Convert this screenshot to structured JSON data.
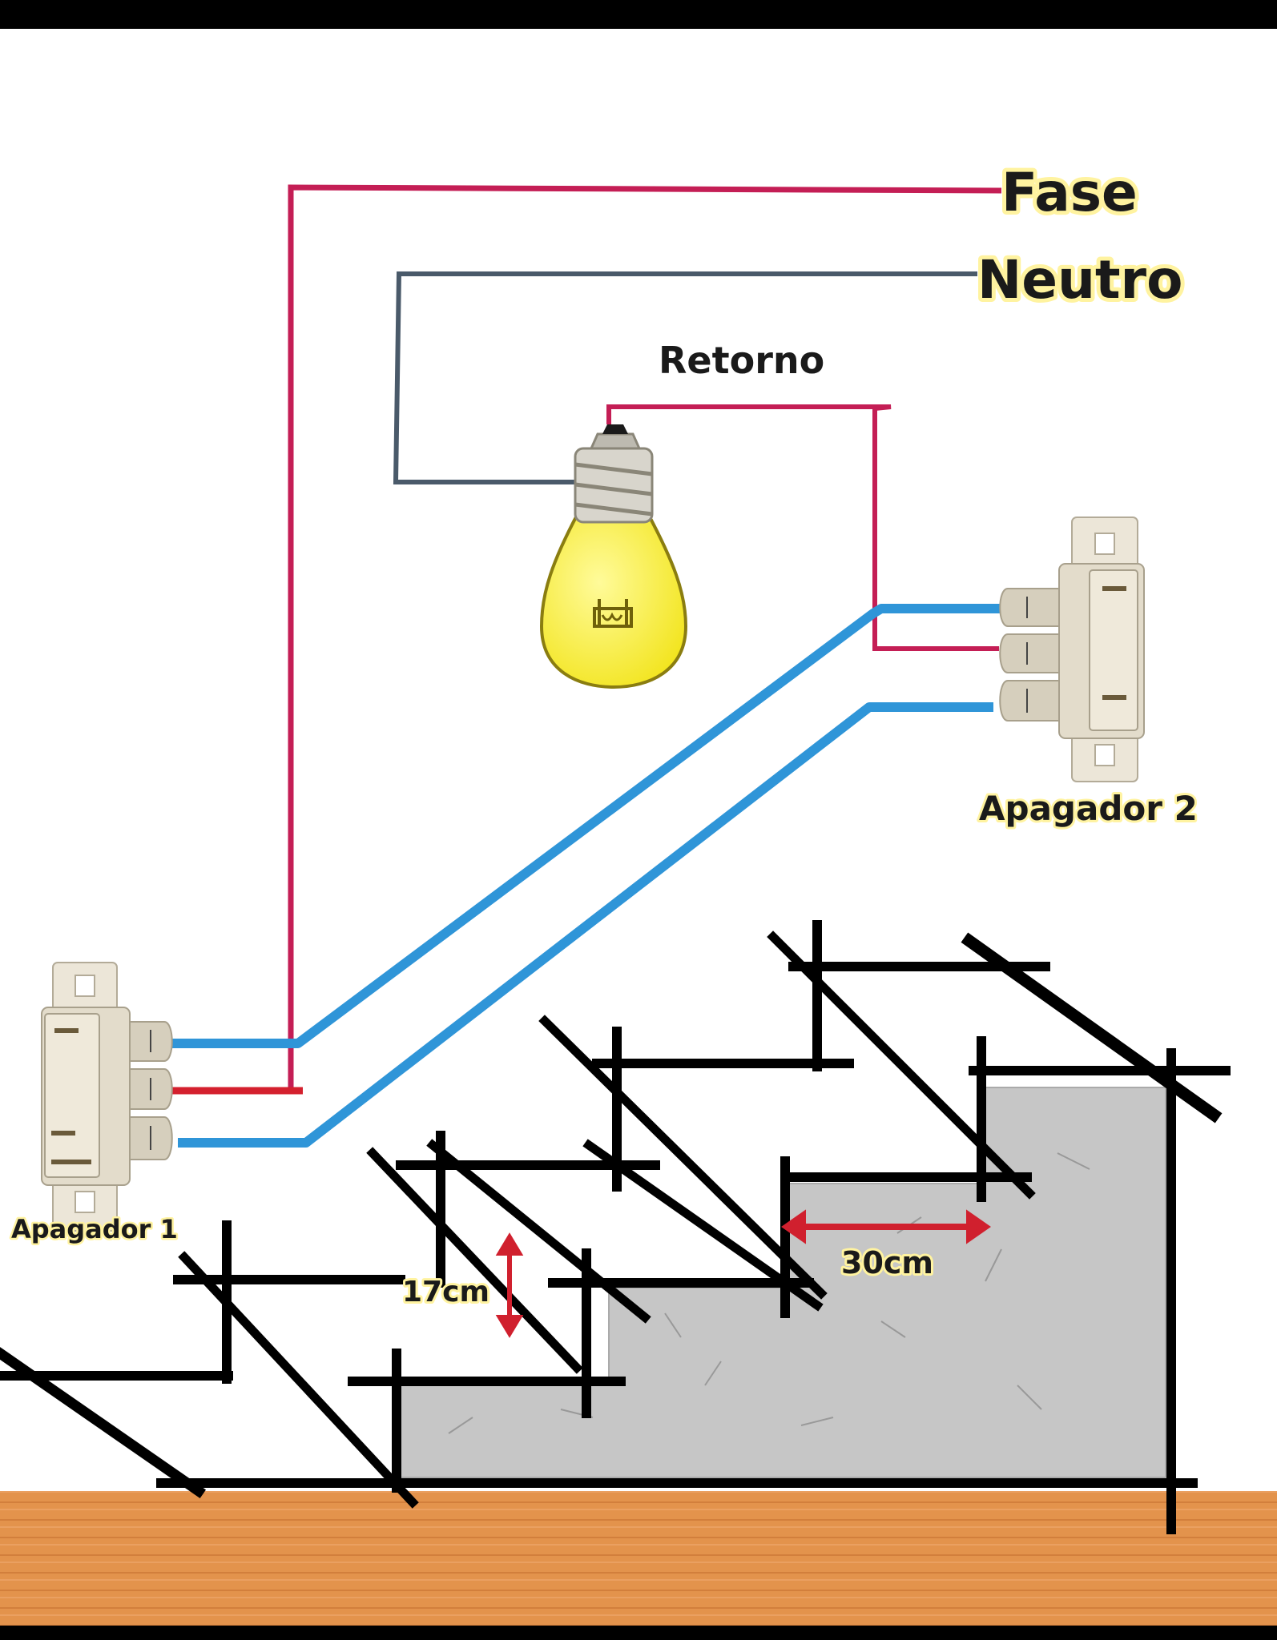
{
  "labels": {
    "fase": "Fase",
    "neutro": "Neutro",
    "retorno": "Retorno",
    "apagador1": "Apagador 1",
    "apagador2": "Apagador 2",
    "step_height": "17cm",
    "step_depth": "30cm"
  },
  "colors": {
    "fase": "#c41e55",
    "neutro": "#4a5a6a",
    "traveler": "#2f95d8",
    "retorno": "#c41e55",
    "bulb": "#f6ee2a",
    "floor": "#e3934c",
    "concrete": "#c4c4c4",
    "arrow": "#d0202e"
  },
  "icons": [
    "light-bulb-icon",
    "three-way-switch-icon"
  ]
}
